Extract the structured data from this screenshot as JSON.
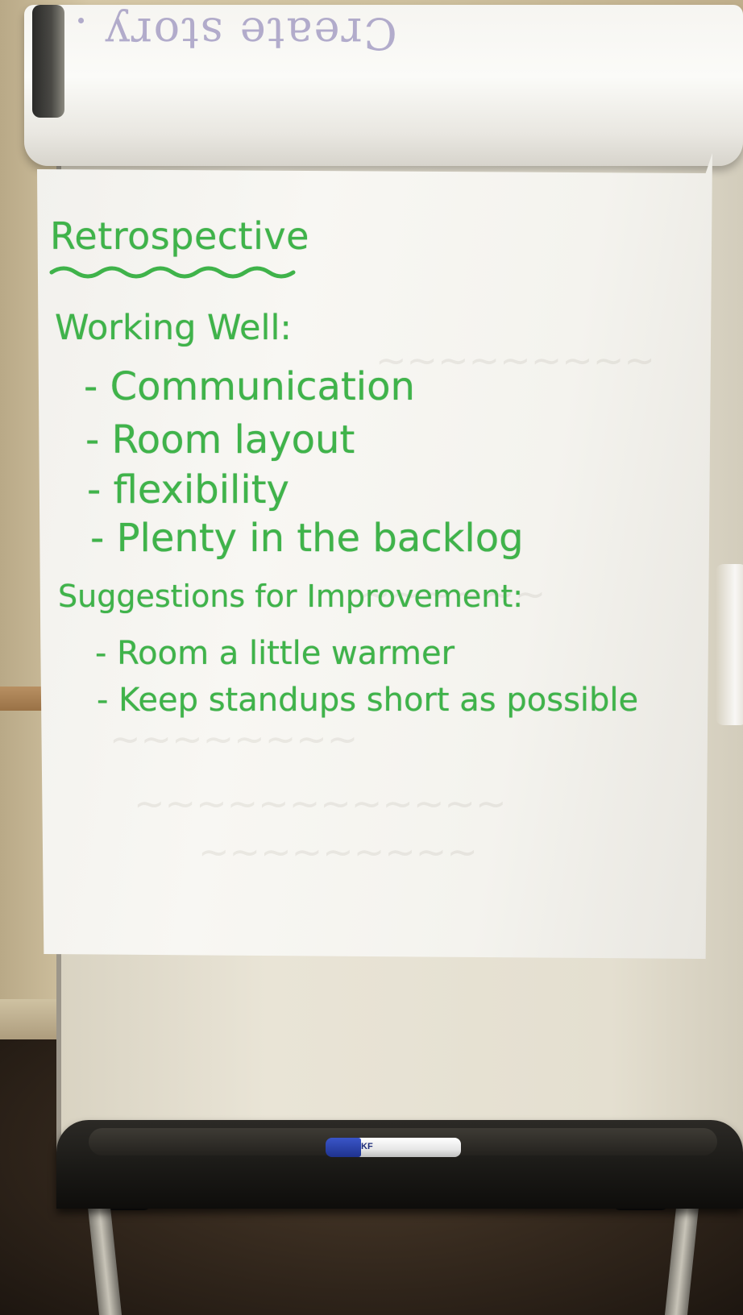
{
  "chart": {
    "title": "Retrospective",
    "sections": [
      {
        "heading": "Working Well:",
        "items": [
          "- Communication",
          "- Room layout",
          "- flexibility",
          "- Plenty in the backlog"
        ]
      },
      {
        "heading": "Suggestions for Improvement:",
        "items": [
          "- Room a little warmer",
          "- Keep standups short as possible"
        ]
      }
    ],
    "ink_color": "#3fb34a"
  },
  "roll": {
    "bleed_text": "Create story ."
  },
  "marker": {
    "cap_color": "#2a44b0",
    "label": "KF"
  }
}
